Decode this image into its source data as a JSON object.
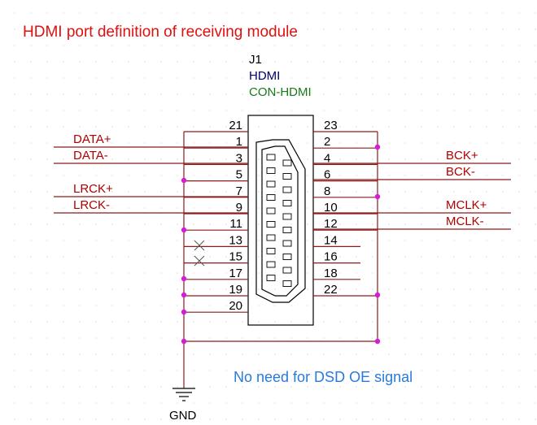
{
  "title": "HDMI port definition of receiving module",
  "component": {
    "ref": "J1",
    "name": "HDMI",
    "value": "CON-HDMI"
  },
  "left_pins": [
    "21",
    "1",
    "3",
    "5",
    "7",
    "9",
    "11",
    "13",
    "15",
    "17",
    "19",
    "20"
  ],
  "right_pins": [
    "23",
    "2",
    "4",
    "6",
    "8",
    "10",
    "12",
    "14",
    "16",
    "18",
    "22"
  ],
  "left_signals": [
    {
      "label": "DATA+",
      "pin": "1"
    },
    {
      "label": "DATA-",
      "pin": "3"
    },
    {
      "label": "LRCK+",
      "pin": "7"
    },
    {
      "label": "LRCK-",
      "pin": "9"
    }
  ],
  "right_signals": [
    {
      "label": "BCK+",
      "pin": "4"
    },
    {
      "label": "BCK-",
      "pin": "6"
    },
    {
      "label": "MCLK+",
      "pin": "10"
    },
    {
      "label": "MCLK-",
      "pin": "12"
    }
  ],
  "no_connect_pins": [
    "13",
    "15"
  ],
  "note": "No need for DSD OE signal",
  "ground_label": "GND",
  "colors": {
    "wire": "#8b1a1a",
    "junction": "#d81bd8",
    "title": "#e01010",
    "note": "#2a7ad8",
    "ref": "#000066",
    "value": "#1a7a1a"
  }
}
